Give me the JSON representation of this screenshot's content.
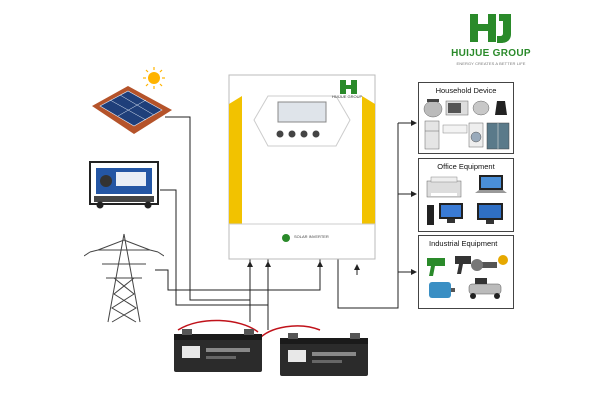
{
  "brand": {
    "logo_text": "HJ",
    "name": "HUIJUE GROUP",
    "tagline": "ENERGY CREATES A BETTER LIFE"
  },
  "inverter": {
    "top_label": "HUIJUE GROUP",
    "bottom_label": "SOLAR INVERTER"
  },
  "sources": {
    "icons": [
      "solar-panel-icon",
      "generator-icon",
      "power-grid-tower-icon"
    ]
  },
  "loads": {
    "household": {
      "title": "Household Device"
    },
    "office": {
      "title": "Office Equipment"
    },
    "industrial": {
      "title": "Industrial Equipment"
    }
  },
  "batteries": {
    "icons": [
      "battery-icon",
      "battery-icon"
    ]
  },
  "colors": {
    "brand_green": "#2a8a2a",
    "inverter_yellow": "#f2c200",
    "line": "#222222"
  }
}
